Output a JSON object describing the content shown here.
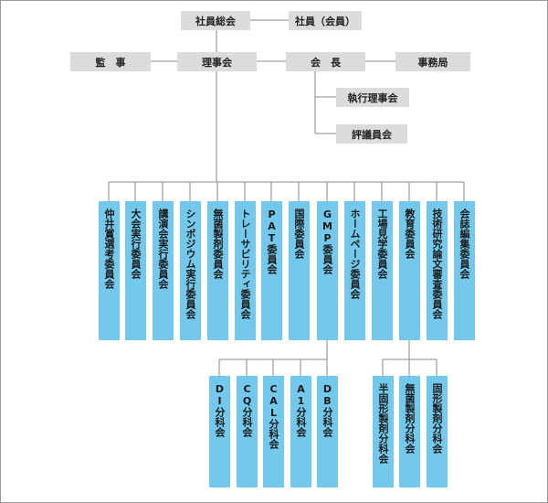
{
  "top": {
    "general_meeting": "社員総会",
    "members": "社員（会員）",
    "auditor": "監　事",
    "board": "理事会",
    "president": "会　長",
    "secretariat": "事務局",
    "executive_board": "執行理事会",
    "council": "評議員会"
  },
  "committees": [
    "仲井賞選考委員会",
    "大会実行委員会",
    "講演会実行委員会",
    "シンポジウム実行委員会",
    "無菌製剤委員会",
    "トレーサビリティ委員会",
    "PAT委員会",
    "国際委員会",
    "GMP委員会",
    "ホームページ委員会",
    "工場見学委員会",
    "教育委員会",
    "技術研究論文審査委員会",
    "会誌編集委員会"
  ],
  "gmp_subcommittees": [
    "DI分科会",
    "CQ分科会",
    "CAL分科会",
    "A1分科会",
    "DB分科会"
  ],
  "education_subcommittees": [
    "半固形製剤分科会",
    "無菌製剤分科会",
    "固形製剤分科会"
  ],
  "colors": {
    "gray_box": "#dcdcdc",
    "blue_box": "#74c8ec",
    "line": "#888888"
  }
}
